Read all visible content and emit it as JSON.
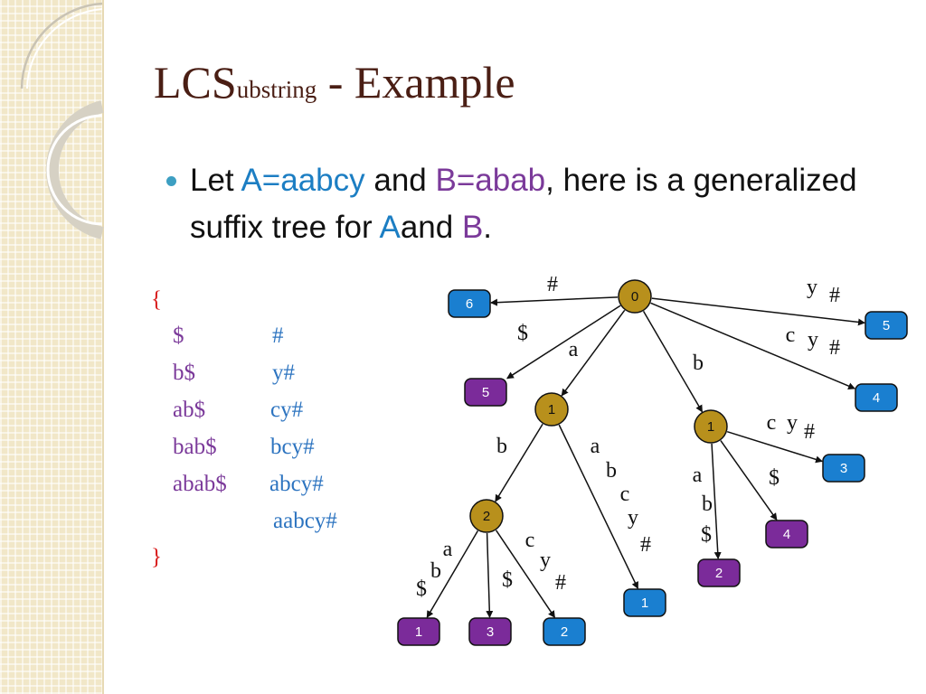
{
  "title": {
    "main": "LCS",
    "sub": "ubstring",
    "rest": " - Example"
  },
  "bullet": {
    "let": "Let ",
    "a_def": "A=aabcy",
    "and1": " and ",
    "b_def": "B=abab",
    "rest": ", here is a generalized suffix tree for ",
    "a": "A",
    "and2": "and ",
    "b": "B",
    "end": "."
  },
  "suffix_list": {
    "open": "{",
    "close": "}",
    "b_suffixes": [
      "$",
      "b$",
      "ab$",
      "bab$",
      "abab$"
    ],
    "a_suffixes": [
      "#",
      "y#",
      "cy#",
      "bcy#",
      "abcy#",
      "aabcy#"
    ]
  },
  "colors": {
    "internal": "#b8901c",
    "leaf_a": "#1a7fd0",
    "leaf_b": "#7b2b9a",
    "title": "#4a1e14",
    "accent_a": "#1c7ec3",
    "accent_b": "#7b3a9a",
    "brace": "#d81b1b"
  },
  "tree": {
    "nodes": [
      {
        "id": "root",
        "label": "0",
        "kind": "internal"
      },
      {
        "id": "na",
        "label": "1",
        "kind": "internal"
      },
      {
        "id": "nb",
        "label": "1",
        "kind": "internal"
      },
      {
        "id": "nab",
        "label": "2",
        "kind": "internal"
      },
      {
        "id": "L6",
        "label": "6",
        "kind": "leaf_a"
      },
      {
        "id": "L5a",
        "label": "5",
        "kind": "leaf_a"
      },
      {
        "id": "L4a",
        "label": "4",
        "kind": "leaf_a"
      },
      {
        "id": "L5b",
        "label": "5",
        "kind": "leaf_b"
      },
      {
        "id": "L3a",
        "label": "3",
        "kind": "leaf_a"
      },
      {
        "id": "L4b",
        "label": "4",
        "kind": "leaf_b"
      },
      {
        "id": "L2b",
        "label": "2",
        "kind": "leaf_b"
      },
      {
        "id": "L1a",
        "label": "1",
        "kind": "leaf_a"
      },
      {
        "id": "L1b",
        "label": "1",
        "kind": "leaf_b"
      },
      {
        "id": "L3b",
        "label": "3",
        "kind": "leaf_b"
      },
      {
        "id": "L2a",
        "label": "2",
        "kind": "leaf_a"
      }
    ],
    "edges": [
      {
        "from": "root",
        "to": "L6",
        "labels": [
          "#"
        ]
      },
      {
        "from": "root",
        "to": "L5a",
        "labels": [
          "y",
          "#"
        ]
      },
      {
        "from": "root",
        "to": "L4a",
        "labels": [
          "c",
          "y",
          "#"
        ]
      },
      {
        "from": "root",
        "to": "L5b",
        "labels": [
          "$"
        ]
      },
      {
        "from": "root",
        "to": "na",
        "labels": [
          "a"
        ]
      },
      {
        "from": "root",
        "to": "nb",
        "labels": [
          "b"
        ]
      },
      {
        "from": "nb",
        "to": "L3a",
        "labels": [
          "c",
          "y",
          "#"
        ]
      },
      {
        "from": "nb",
        "to": "L4b",
        "labels": [
          "$"
        ]
      },
      {
        "from": "nb",
        "to": "L2b",
        "labels": [
          "a",
          "b",
          "$"
        ]
      },
      {
        "from": "na",
        "to": "nab",
        "labels": [
          "b"
        ]
      },
      {
        "from": "na",
        "to": "L1a",
        "labels": [
          "a",
          "b",
          "c",
          "y",
          "#"
        ]
      },
      {
        "from": "nab",
        "to": "L1b",
        "labels": [
          "a",
          "b",
          "$"
        ]
      },
      {
        "from": "nab",
        "to": "L3b",
        "labels": [
          "$"
        ]
      },
      {
        "from": "nab",
        "to": "L2a",
        "labels": [
          "c",
          "y",
          "#"
        ]
      }
    ]
  }
}
